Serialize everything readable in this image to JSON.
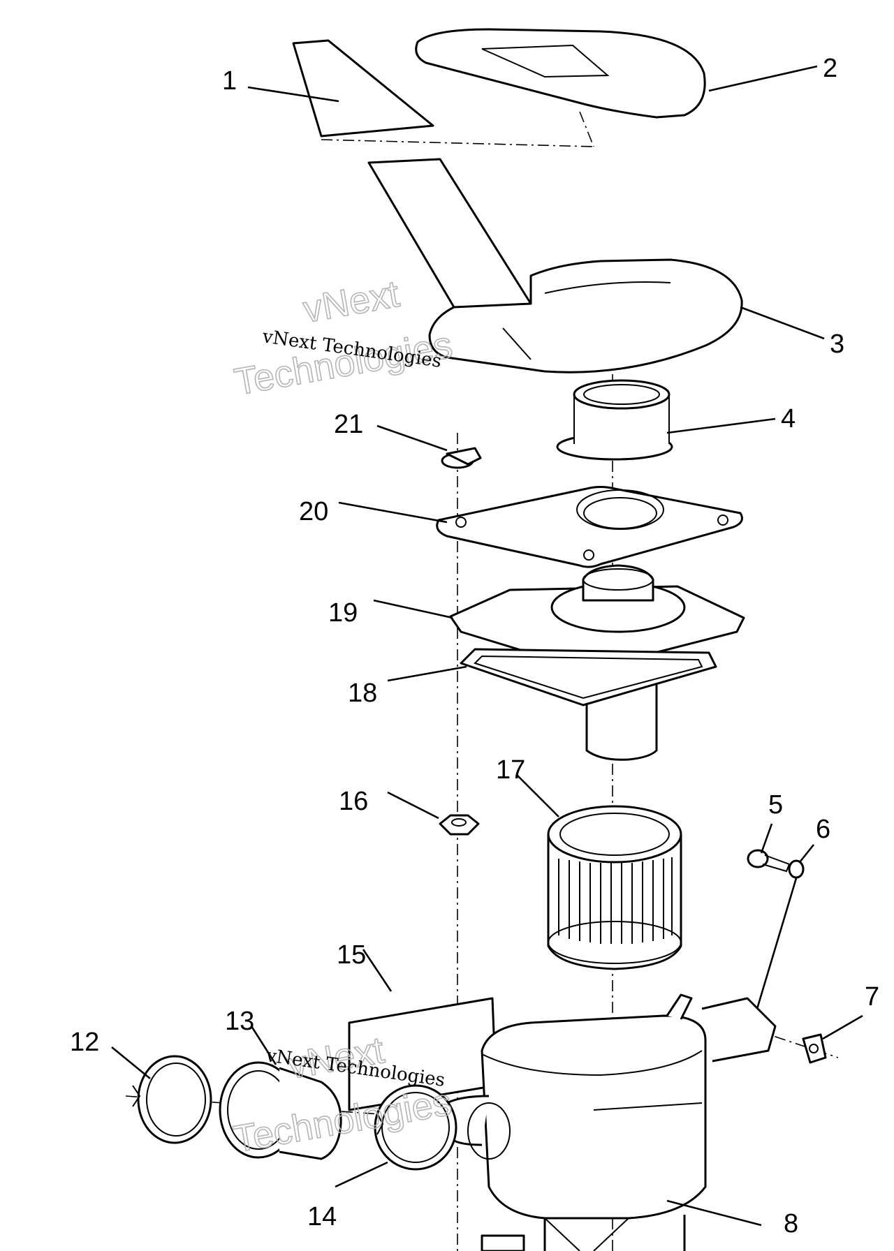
{
  "watermark": {
    "brand_line_1": "vNext",
    "brand_line_2": "Technologies",
    "caption": "vNext Technologies"
  },
  "callouts": [
    "1",
    "2",
    "3",
    "4",
    "5",
    "6",
    "7",
    "8",
    "12",
    "13",
    "14",
    "15",
    "16",
    "17",
    "18",
    "19",
    "20",
    "21"
  ],
  "colors": {
    "line": "#000000",
    "background": "#ffffff",
    "watermark_outline": "#b5b5b5"
  }
}
